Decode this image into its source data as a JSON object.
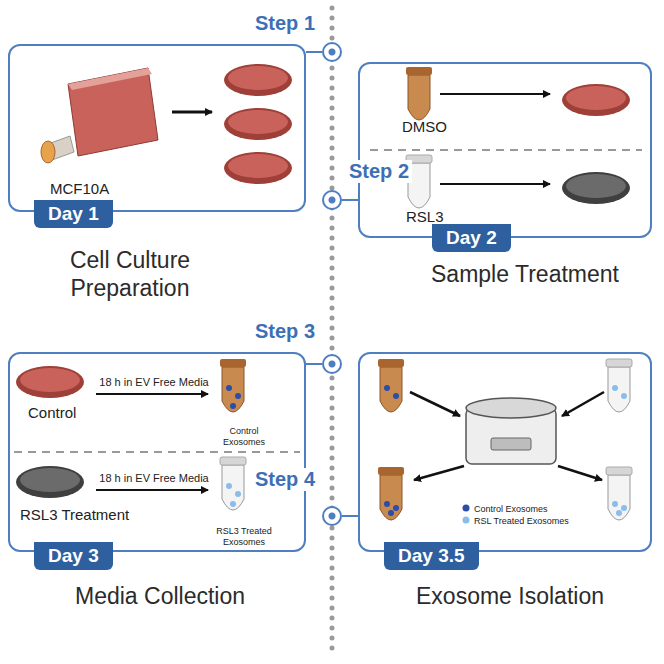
{
  "diagram": {
    "nodes": [
      {
        "text": [
          "MCF10A",
          "Day 1",
          "Cell Culture Preparation"
        ]
      },
      {
        "text": [
          "Step 1"
        ]
      },
      {
        "text": [
          "Step 2"
        ]
      },
      {
        "text": [
          "DMSO",
          "RSL3",
          "Day 2",
          "Sample Treatment"
        ]
      },
      {
        "text": [
          "Step 3"
        ]
      },
      {
        "text": [
          "Control",
          "18 h in EV Free Media",
          "Control Exosomes",
          "RSL3 Treatment",
          "18 h in EV Free Media",
          "RSL3 Treated Exosomes",
          "Day 3",
          "Media Collection"
        ]
      },
      {
        "text": [
          "Step 4"
        ]
      },
      {
        "text": [
          "Control Exosomes",
          "RSL Treated Exosomes",
          "Day 3.5",
          "Exosome Isolation"
        ]
      }
    ],
    "edges": [
      {
        "from": 0,
        "to": 1,
        "arrow": "none"
      },
      {
        "from": 3,
        "to": 2,
        "arrow": "none"
      },
      {
        "from": 5,
        "to": 4,
        "arrow": "none"
      },
      {
        "from": 7,
        "to": 6,
        "arrow": "none"
      }
    ]
  }
}
